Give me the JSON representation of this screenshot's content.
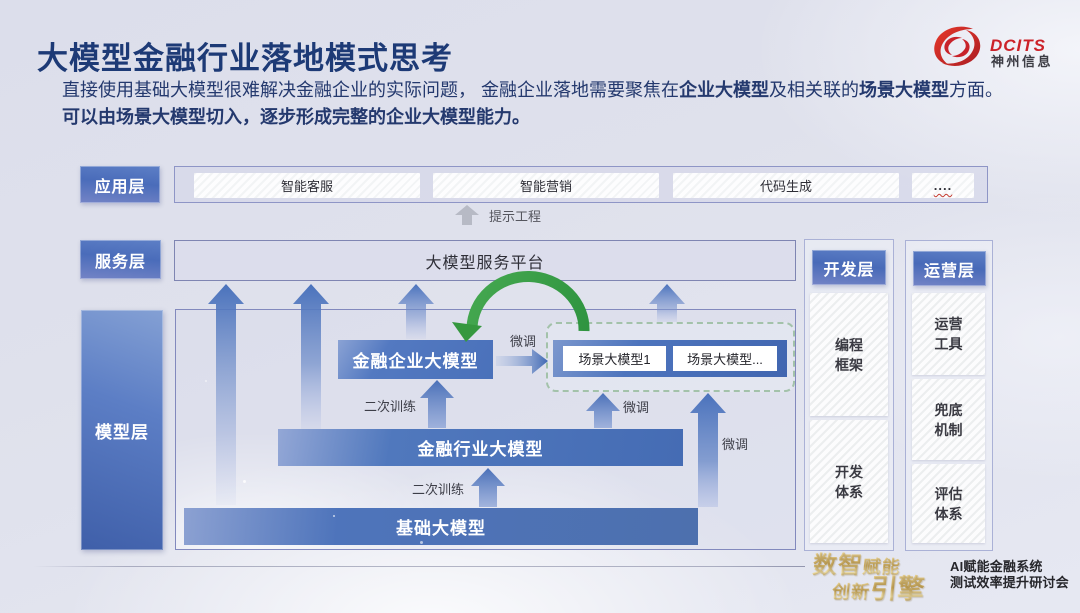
{
  "header": {
    "title": "大模型金融行业落地模式思考",
    "subtitle": {
      "line1_pre": "直接使用基础大模型很难解决金融企业的实际问题， 金融企业落地需要聚焦在",
      "line1_bold1": "企业大模型",
      "line1_mid": "及相关联的",
      "line1_bold2": "场景大模型",
      "line1_post": "方面。",
      "line2": "可以由场景大模型切入，逐步形成完整的企业大模型能力。"
    }
  },
  "logo": {
    "brand": "DCITS",
    "brand_cn": "神州信息",
    "mark_icon": "red-swirl",
    "brand_color": "#cc2229"
  },
  "app_layer": {
    "label": "应用层",
    "items": [
      "智能客服",
      "智能营销",
      "代码生成",
      "...."
    ],
    "hint": "提示工程"
  },
  "service_layer": {
    "label": "服务层",
    "platform": "大模型服务平台"
  },
  "model_layer": {
    "label": "模型层",
    "enterprise_model": "金融企业大模型",
    "industry_model": "金融行业大模型",
    "base_model": "基础大模型",
    "scene_models": [
      "场景大模型1",
      "场景大模型..."
    ],
    "finetune_label": "微调",
    "retrain_label": "二次训练"
  },
  "dev_layer": {
    "label": "开发层",
    "items": [
      "编程\n框架",
      "开发\n体系"
    ]
  },
  "ops_layer": {
    "label": "运营层",
    "items": [
      "运营\n工具",
      "兜底\n机制",
      "评估\n体系"
    ]
  },
  "footer": {
    "slogan_part1": "数智",
    "slogan_part2": "赋能",
    "slogan_part3": "创新",
    "slogan_part4": "引擎",
    "event_line1": "AI赋能金融系统",
    "event_line2": "测试效率提升研讨会"
  },
  "colors": {
    "accent_blue": "#4a71ba",
    "navy_text": "#1d3a76",
    "green_arrow": "#3da14a",
    "gold": "#cfae63",
    "brand_red": "#cc2229"
  }
}
